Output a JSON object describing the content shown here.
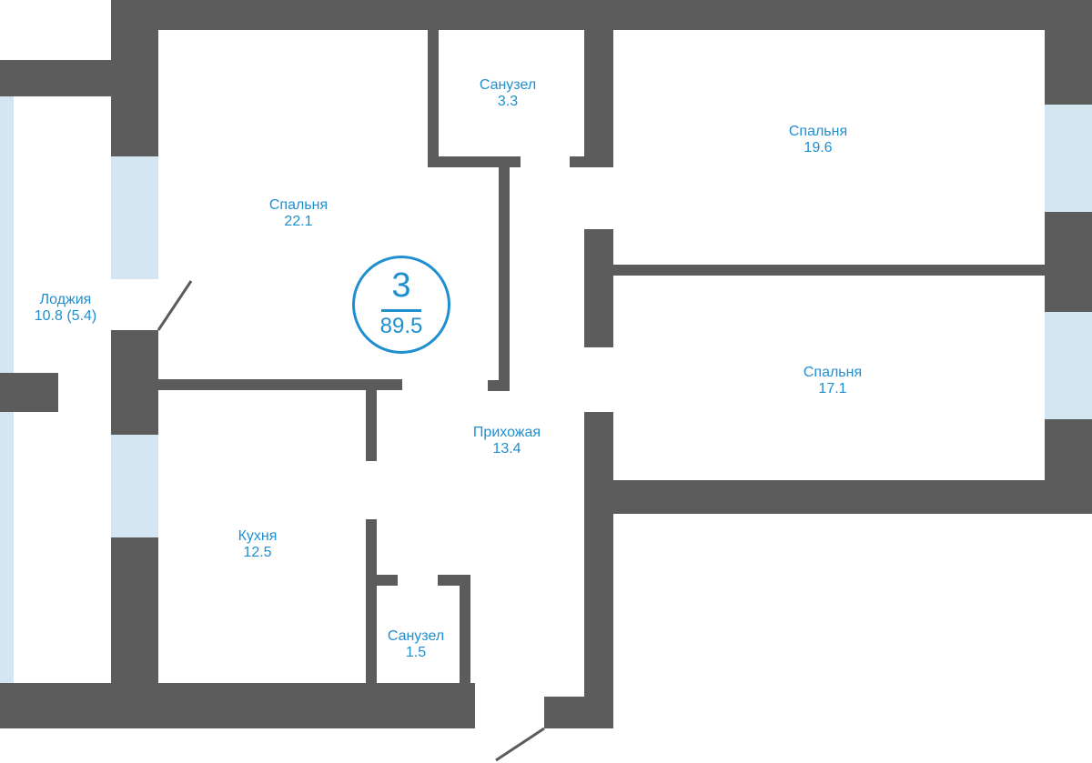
{
  "apartment": {
    "rooms_count": "3",
    "total_area": "89.5"
  },
  "rooms": {
    "bedroom_1": {
      "name": "Спальня",
      "area": "22.1"
    },
    "bathroom_1": {
      "name": "Санузел",
      "area": "3.3"
    },
    "bedroom_2": {
      "name": "Спальня",
      "area": "19.6"
    },
    "bedroom_3": {
      "name": "Спальня",
      "area": "17.1"
    },
    "loggia": {
      "name": "Лоджия",
      "area": "10.8 (5.4)"
    },
    "hallway": {
      "name": "Прихожая",
      "area": "13.4"
    },
    "kitchen": {
      "name": "Кухня",
      "area": "12.5"
    },
    "bathroom_2": {
      "name": "Санузел",
      "area": "1.5"
    }
  },
  "colors": {
    "wall": "#5c5c5c",
    "window": "#d4e6f1",
    "label": "#1f8fd0",
    "background": "#ffffff"
  }
}
